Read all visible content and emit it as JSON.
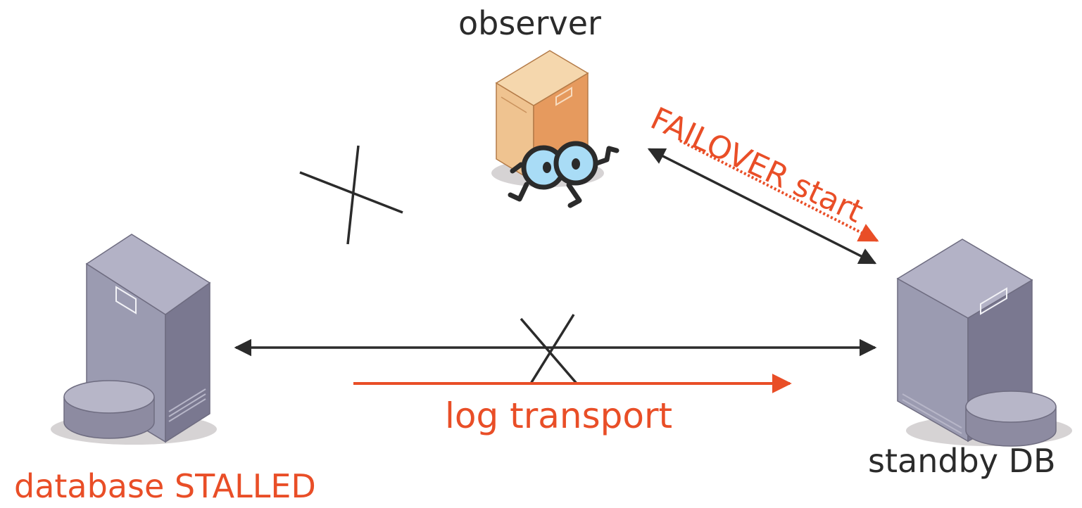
{
  "colors": {
    "accent": "#e94e27",
    "line": "#2b2b2b",
    "server_gray_front": "#9b9bb1",
    "server_gray_side": "#7a7890",
    "observer_front": "#efc390",
    "observer_side": "#e69a5e",
    "eye_fill": "#a9dcf6"
  },
  "nodes": {
    "observer": {
      "label": "observer"
    },
    "primary": {
      "label": "database STALLED"
    },
    "standby": {
      "label": "standby DB"
    }
  },
  "links": {
    "log_transport": {
      "label": "log transport"
    },
    "failover": {
      "label": "FAILOVER start"
    }
  },
  "icons": [
    "server-icon",
    "database-disk-icon",
    "observer-eyes-icon",
    "broken-link-icon"
  ]
}
